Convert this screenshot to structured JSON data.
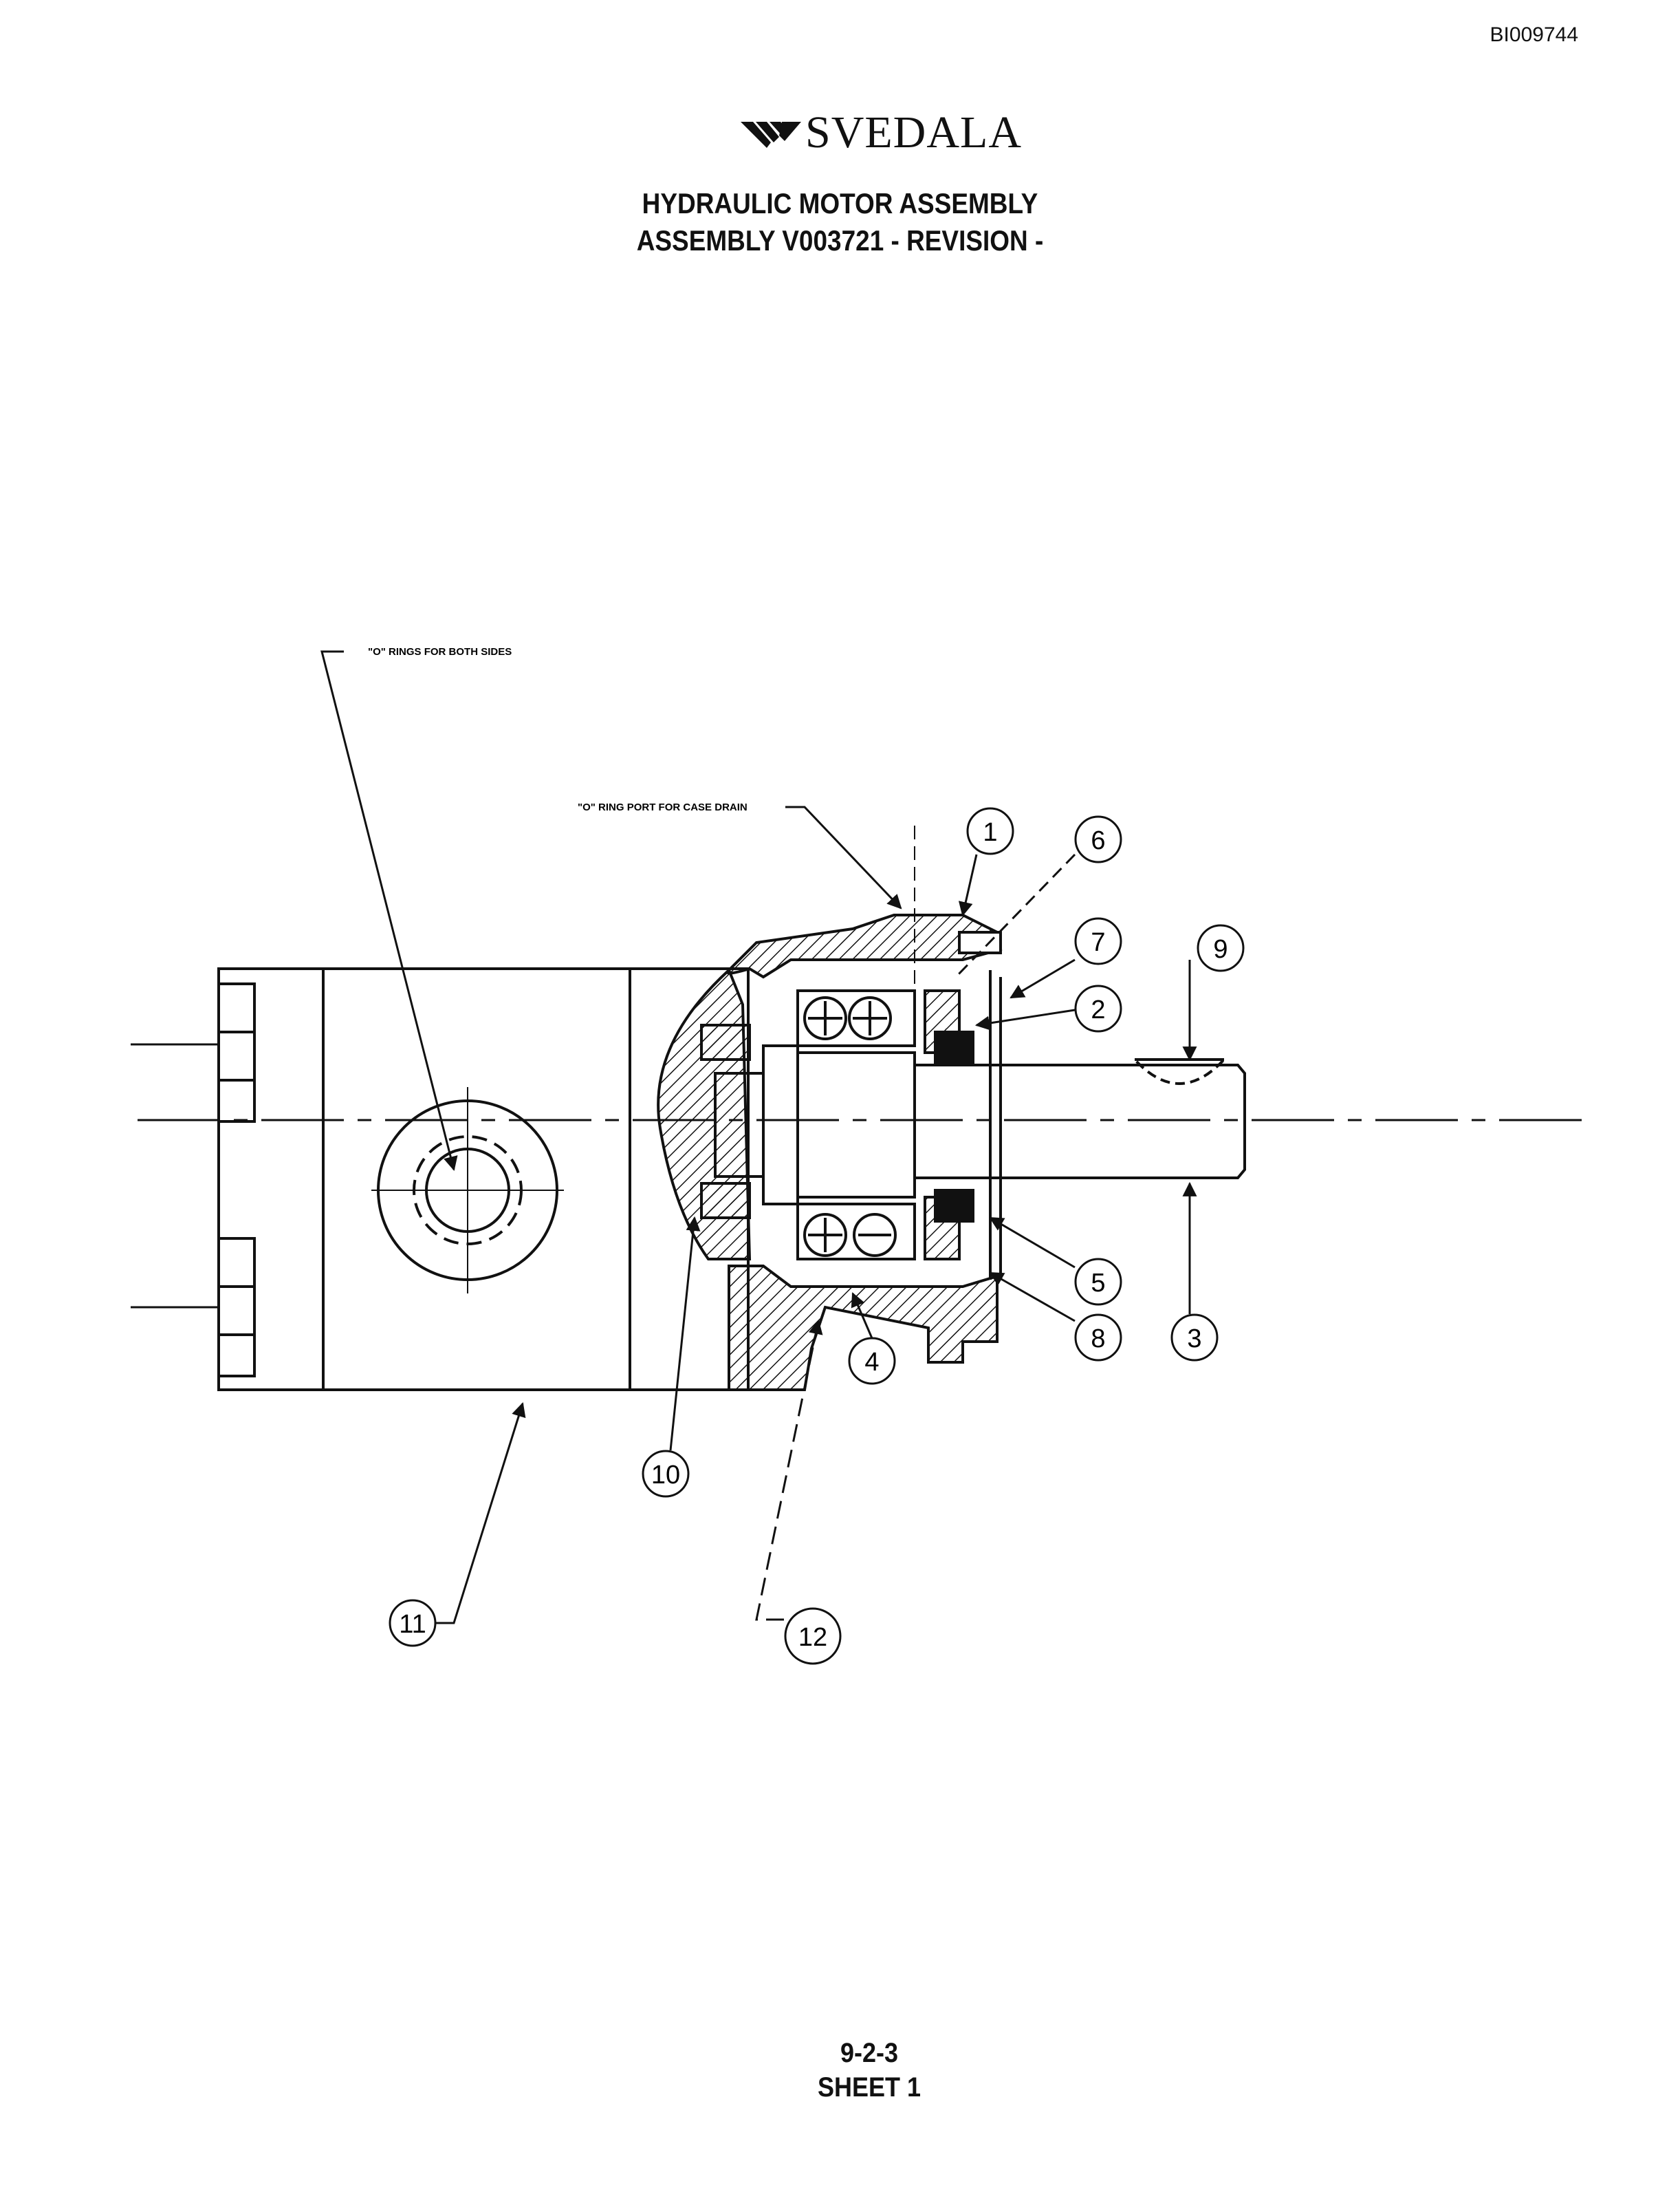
{
  "document_id": "BI009744",
  "brand": {
    "name": "SVEDALA",
    "logo_icon": "svedala-chevron-logo-icon"
  },
  "title": {
    "line1": "HYDRAULIC MOTOR ASSEMBLY",
    "line2": "ASSEMBLY V003721 - REVISION -"
  },
  "notes": {
    "o_rings": "\"O\" RINGS FOR BOTH SIDES",
    "case_drain": "\"O\" RING PORT FOR CASE DRAIN"
  },
  "callouts": [
    "1",
    "2",
    "3",
    "4",
    "5",
    "6",
    "7",
    "8",
    "9",
    "10",
    "11",
    "12"
  ],
  "footer": {
    "section": "9-2-3",
    "sheet": "SHEET 1"
  },
  "colors": {
    "ink": "#111111",
    "paper": "#ffffff"
  }
}
